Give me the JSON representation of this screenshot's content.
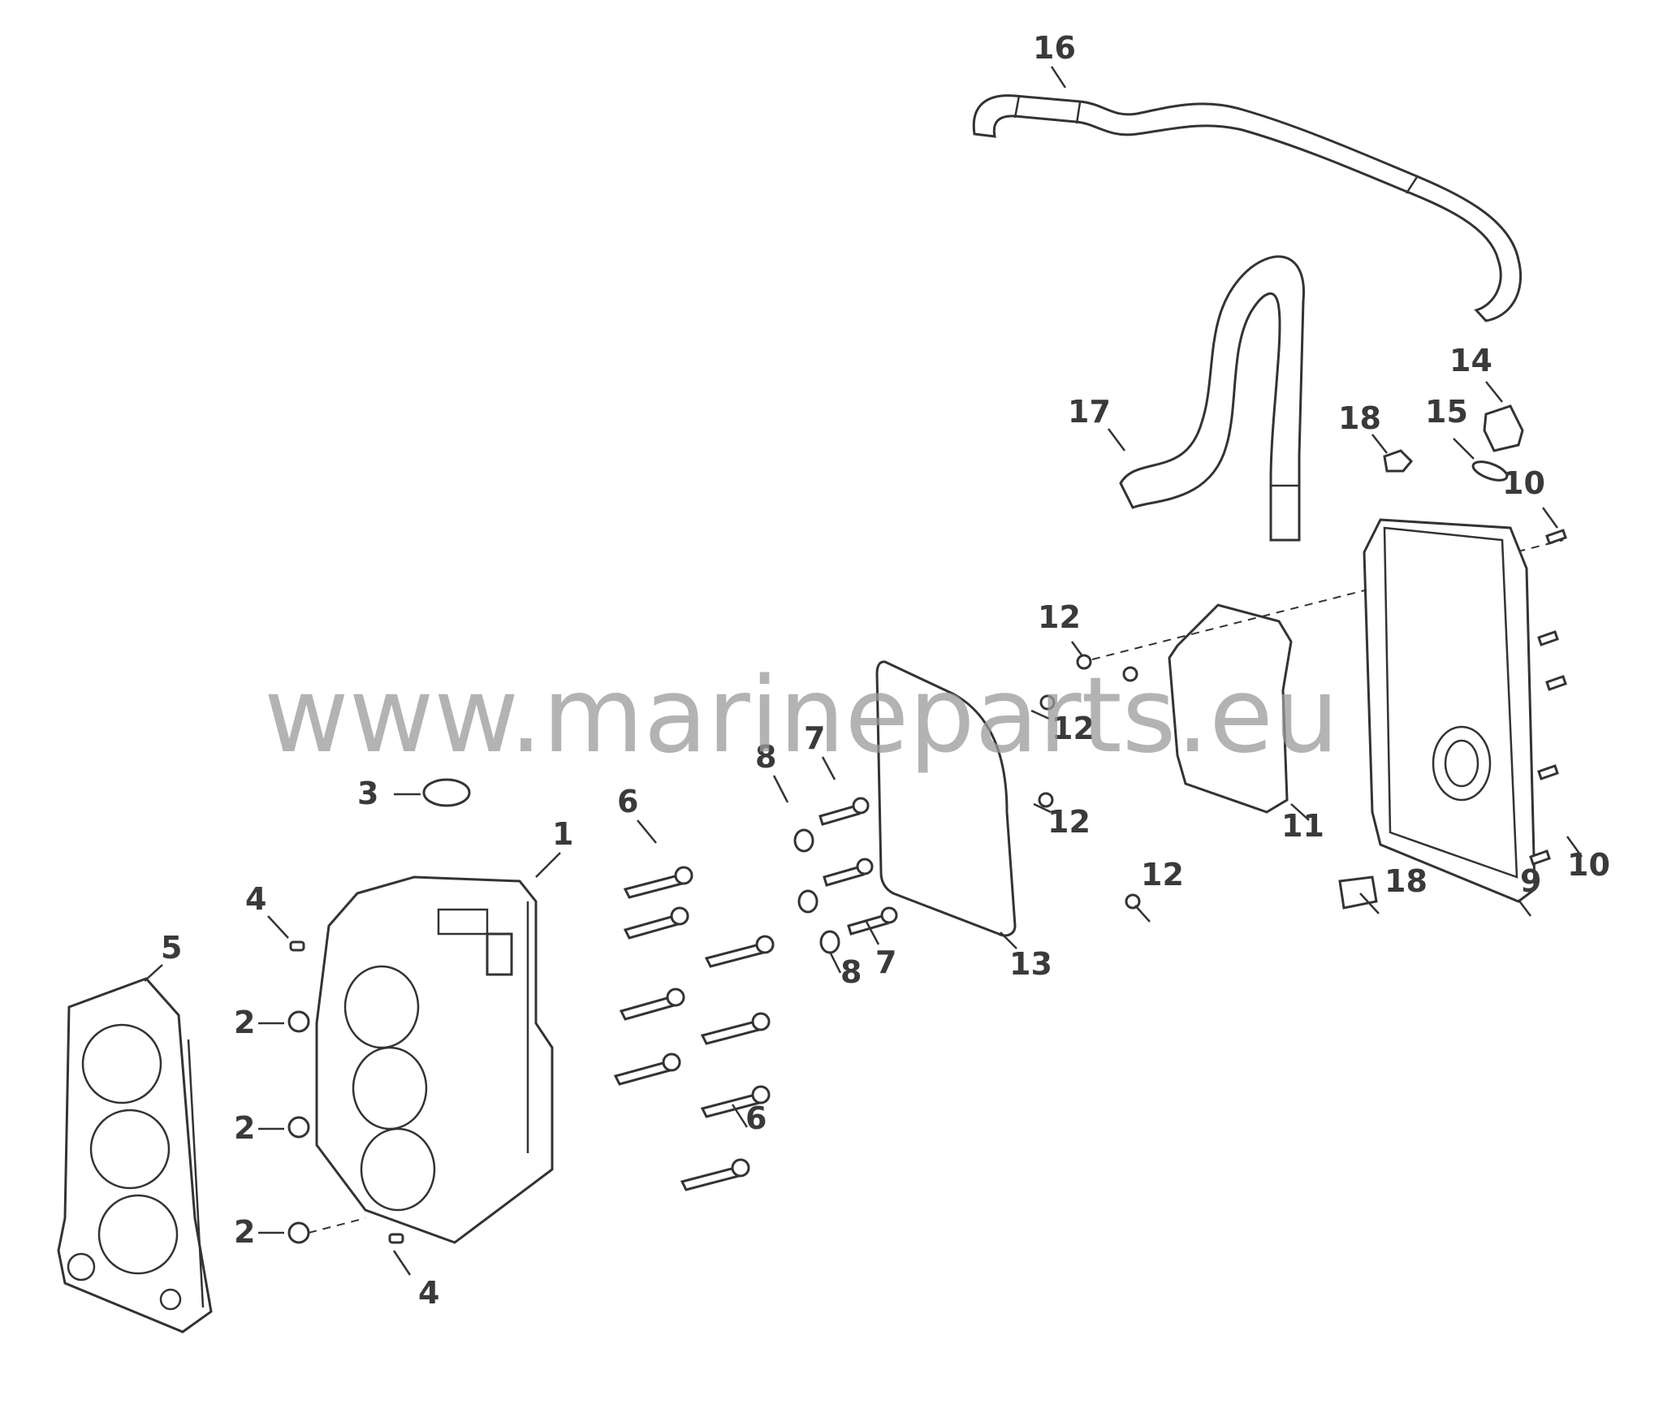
{
  "watermark": "www.marineparts.eu",
  "callouts": [
    {
      "id": "c16",
      "label": "16"
    },
    {
      "id": "c17",
      "label": "17"
    },
    {
      "id": "c14",
      "label": "14"
    },
    {
      "id": "c15",
      "label": "15"
    },
    {
      "id": "c18a",
      "label": "18"
    },
    {
      "id": "c10a",
      "label": "10"
    },
    {
      "id": "c12a",
      "label": "12"
    },
    {
      "id": "c12b",
      "label": "12"
    },
    {
      "id": "c12c",
      "label": "12"
    },
    {
      "id": "c12d",
      "label": "12"
    },
    {
      "id": "c11",
      "label": "11"
    },
    {
      "id": "c18b",
      "label": "18"
    },
    {
      "id": "c9",
      "label": "9"
    },
    {
      "id": "c10b",
      "label": "10"
    },
    {
      "id": "c13",
      "label": "13"
    },
    {
      "id": "c7a",
      "label": "7"
    },
    {
      "id": "c8a",
      "label": "8"
    },
    {
      "id": "c7b",
      "label": "7"
    },
    {
      "id": "c8b",
      "label": "8"
    },
    {
      "id": "c6a",
      "label": "6"
    },
    {
      "id": "c6b",
      "label": "6"
    },
    {
      "id": "c3",
      "label": "3"
    },
    {
      "id": "c1",
      "label": "1"
    },
    {
      "id": "c4a",
      "label": "4"
    },
    {
      "id": "c5",
      "label": "5"
    },
    {
      "id": "c2a",
      "label": "2"
    },
    {
      "id": "c2b",
      "label": "2"
    },
    {
      "id": "c2c",
      "label": "2"
    },
    {
      "id": "c4b",
      "label": "4"
    }
  ]
}
